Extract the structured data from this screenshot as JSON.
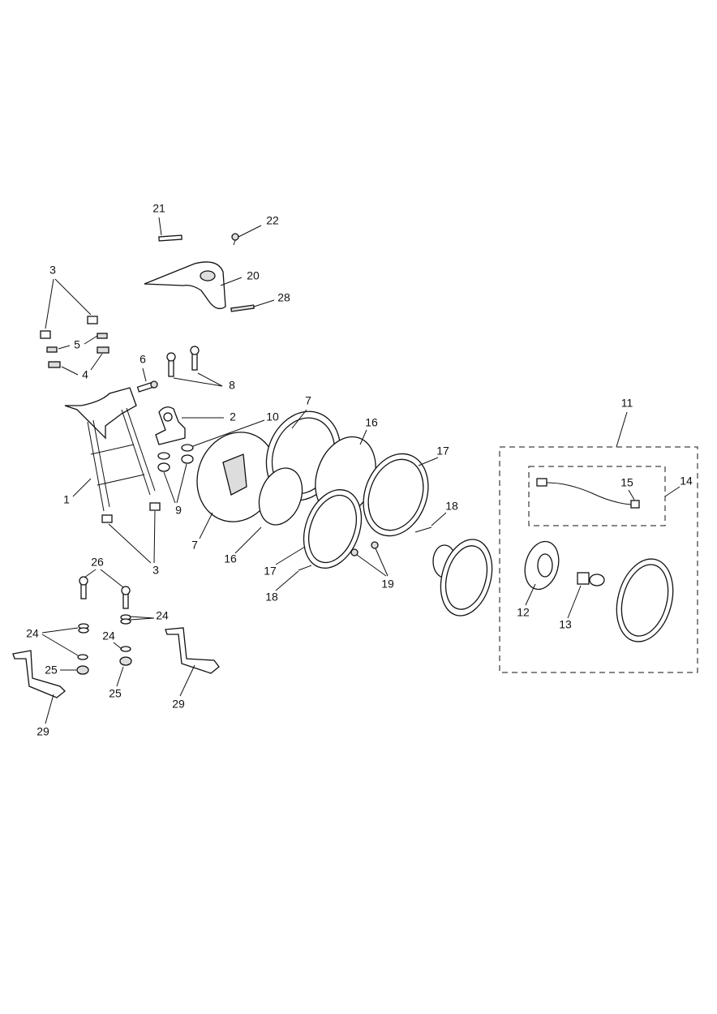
{
  "diagram": {
    "type": "exploded parts diagram",
    "callouts": [
      "21",
      "22",
      "20",
      "28",
      "3",
      "3",
      "5",
      "4",
      "6",
      "8",
      "2",
      "10",
      "7",
      "16",
      "17",
      "11",
      "14",
      "15",
      "18",
      "1",
      "9",
      "3",
      "7",
      "16",
      "17",
      "18",
      "19",
      "12",
      "13",
      "26",
      "24",
      "24",
      "24",
      "25",
      "25",
      "29",
      "29"
    ]
  }
}
